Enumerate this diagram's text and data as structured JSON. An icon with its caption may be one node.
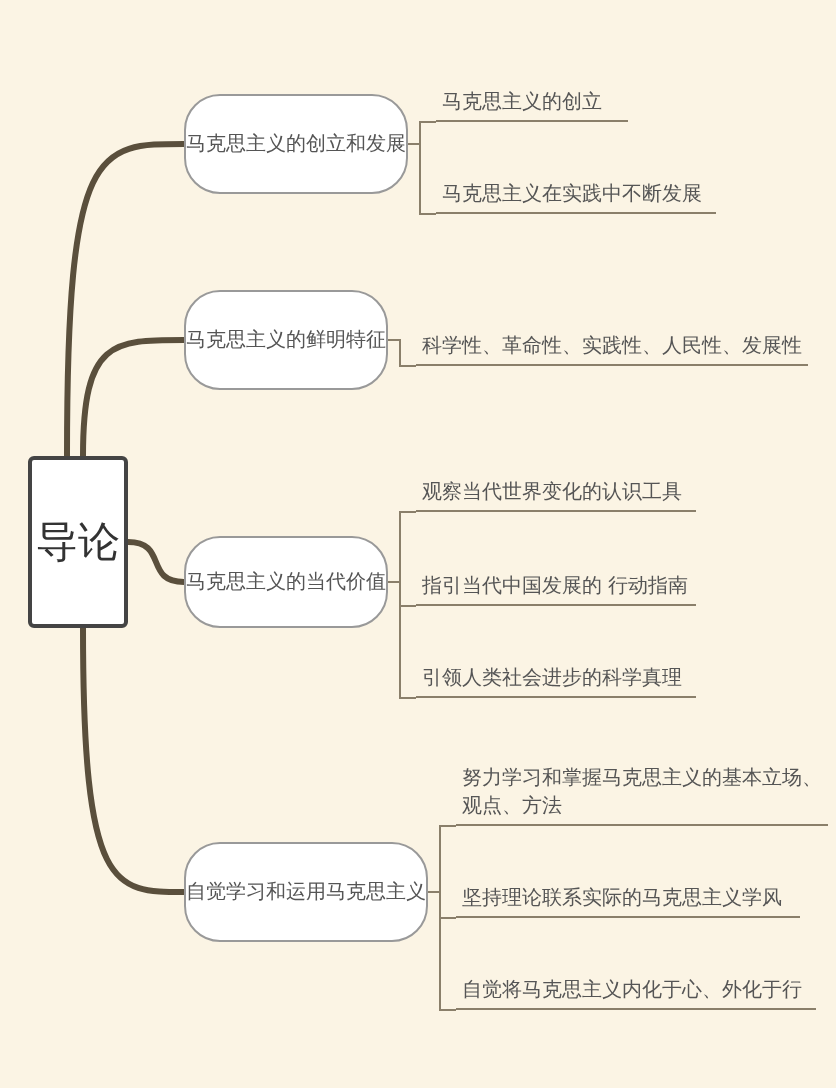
{
  "diagram": {
    "nodes": [
      {
        "text": [
          "导论"
        ]
      },
      {
        "text": [
          "马克思主义的创立和发展"
        ]
      },
      {
        "text": [
          "马克思主义的鲜明特征"
        ]
      },
      {
        "text": [
          "马克思主义的当代价值"
        ]
      },
      {
        "text": [
          "自觉学习和运用马克思主义"
        ]
      },
      {
        "text": [
          "马克思主义的创立"
        ]
      },
      {
        "text": [
          "马克思主义在实践中不断发展"
        ]
      },
      {
        "text": [
          "科学性、革命性、实践性、人民性、发展性"
        ]
      },
      {
        "text": [
          "观察当代世界变化的认识工具"
        ]
      },
      {
        "text": [
          "指引当代中国发展的 行动指南"
        ]
      },
      {
        "text": [
          "引领人类社会进步的科学真理"
        ]
      },
      {
        "text": [
          "努力学习和掌握马克思主义的基本立场、观点、方法"
        ]
      },
      {
        "text": [
          "坚持理论联系实际的马克思主义学风"
        ]
      },
      {
        "text": [
          "自觉将马克思主义内化于心、外化于行"
        ]
      }
    ],
    "edges": [
      {
        "from": 0,
        "to": 1,
        "arrow": "none",
        "style": "thick"
      },
      {
        "from": 0,
        "to": 2,
        "arrow": "none",
        "style": "thick"
      },
      {
        "from": 0,
        "to": 3,
        "arrow": "none",
        "style": "thick"
      },
      {
        "from": 0,
        "to": 4,
        "arrow": "none",
        "style": "thick"
      },
      {
        "from": 1,
        "to": 5,
        "arrow": "none"
      },
      {
        "from": 1,
        "to": 6,
        "arrow": "none"
      },
      {
        "from": 2,
        "to": 7,
        "arrow": "none"
      },
      {
        "from": 3,
        "to": 8,
        "arrow": "none"
      },
      {
        "from": 3,
        "to": 9,
        "arrow": "none"
      },
      {
        "from": 3,
        "to": 10,
        "arrow": "none"
      },
      {
        "from": 4,
        "to": 11,
        "arrow": "none"
      },
      {
        "from": 4,
        "to": 12,
        "arrow": "none"
      },
      {
        "from": 4,
        "to": 13,
        "arrow": "none"
      }
    ]
  }
}
